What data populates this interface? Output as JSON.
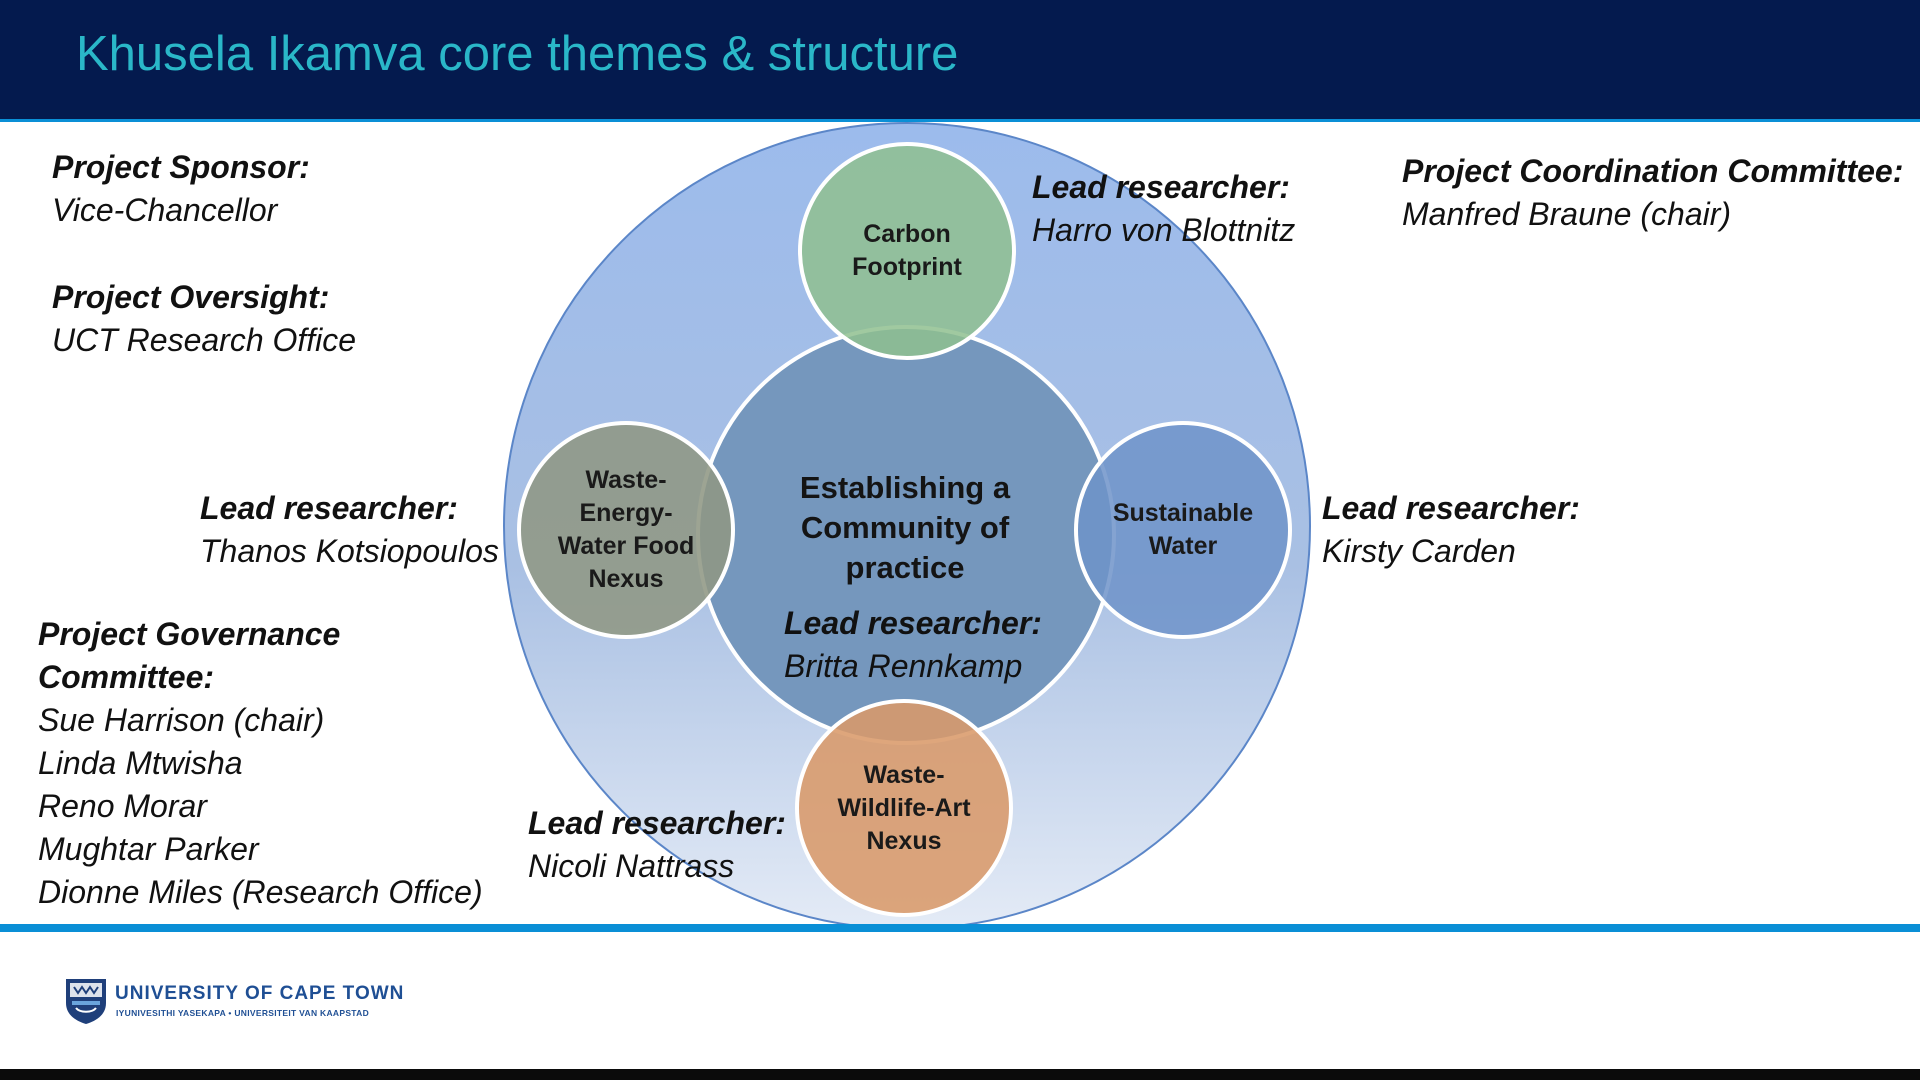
{
  "header": {
    "title": "Khusela Ikamva core themes & structure"
  },
  "sponsor": {
    "label": "Project Sponsor:",
    "value": "Vice-Chancellor"
  },
  "oversight": {
    "label": "Project Oversight:",
    "value": "UCT Research Office"
  },
  "coordination": {
    "label": "Project Coordination Committee:",
    "value": "Manfred Braune (chair)"
  },
  "governance": {
    "label_line1": "Project Governance",
    "label_line2": "Committee:",
    "members": [
      "Sue Harrison (chair)",
      "Linda Mtwisha",
      "Reno Morar",
      "Mughtar Parker",
      "Dionne Miles (Research Office)"
    ]
  },
  "diagram": {
    "center": {
      "title_lines": [
        "Establishing a",
        "Community of",
        "practice"
      ],
      "lead_label": "Lead researcher:",
      "lead_name": "Britta Rennkamp"
    },
    "themes": {
      "carbon": {
        "lines": [
          "Carbon",
          "Footprint"
        ],
        "lead_label": "Lead researcher:",
        "lead_name": "Harro von Blottnitz",
        "color": "#8fc08f"
      },
      "water": {
        "lines": [
          "Sustainable",
          "Water"
        ],
        "lead_label": "Lead researcher:",
        "lead_name": "Kirsty Carden",
        "color": "#6f93c9"
      },
      "wewf": {
        "lines": [
          "Waste-",
          "Energy-",
          "Water Food",
          "Nexus"
        ],
        "lead_label": "Lead researcher:",
        "lead_name": "Thanos Kotsiopoulos",
        "color": "#8f9784"
      },
      "wwa": {
        "lines": [
          "Waste-",
          "Wildlife-Art",
          "Nexus"
        ],
        "lead_label": "Lead researcher:",
        "lead_name": "Nicoli Nattrass",
        "color": "#d99a6a"
      }
    }
  },
  "footer": {
    "university_name": "UNIVERSITY OF CAPE TOWN",
    "university_subtitle": "IYUNIVESITHI YASEKAPA • UNIVERSITEIT VAN KAAPSTAD",
    "accent_color": "#0a8fd6"
  }
}
